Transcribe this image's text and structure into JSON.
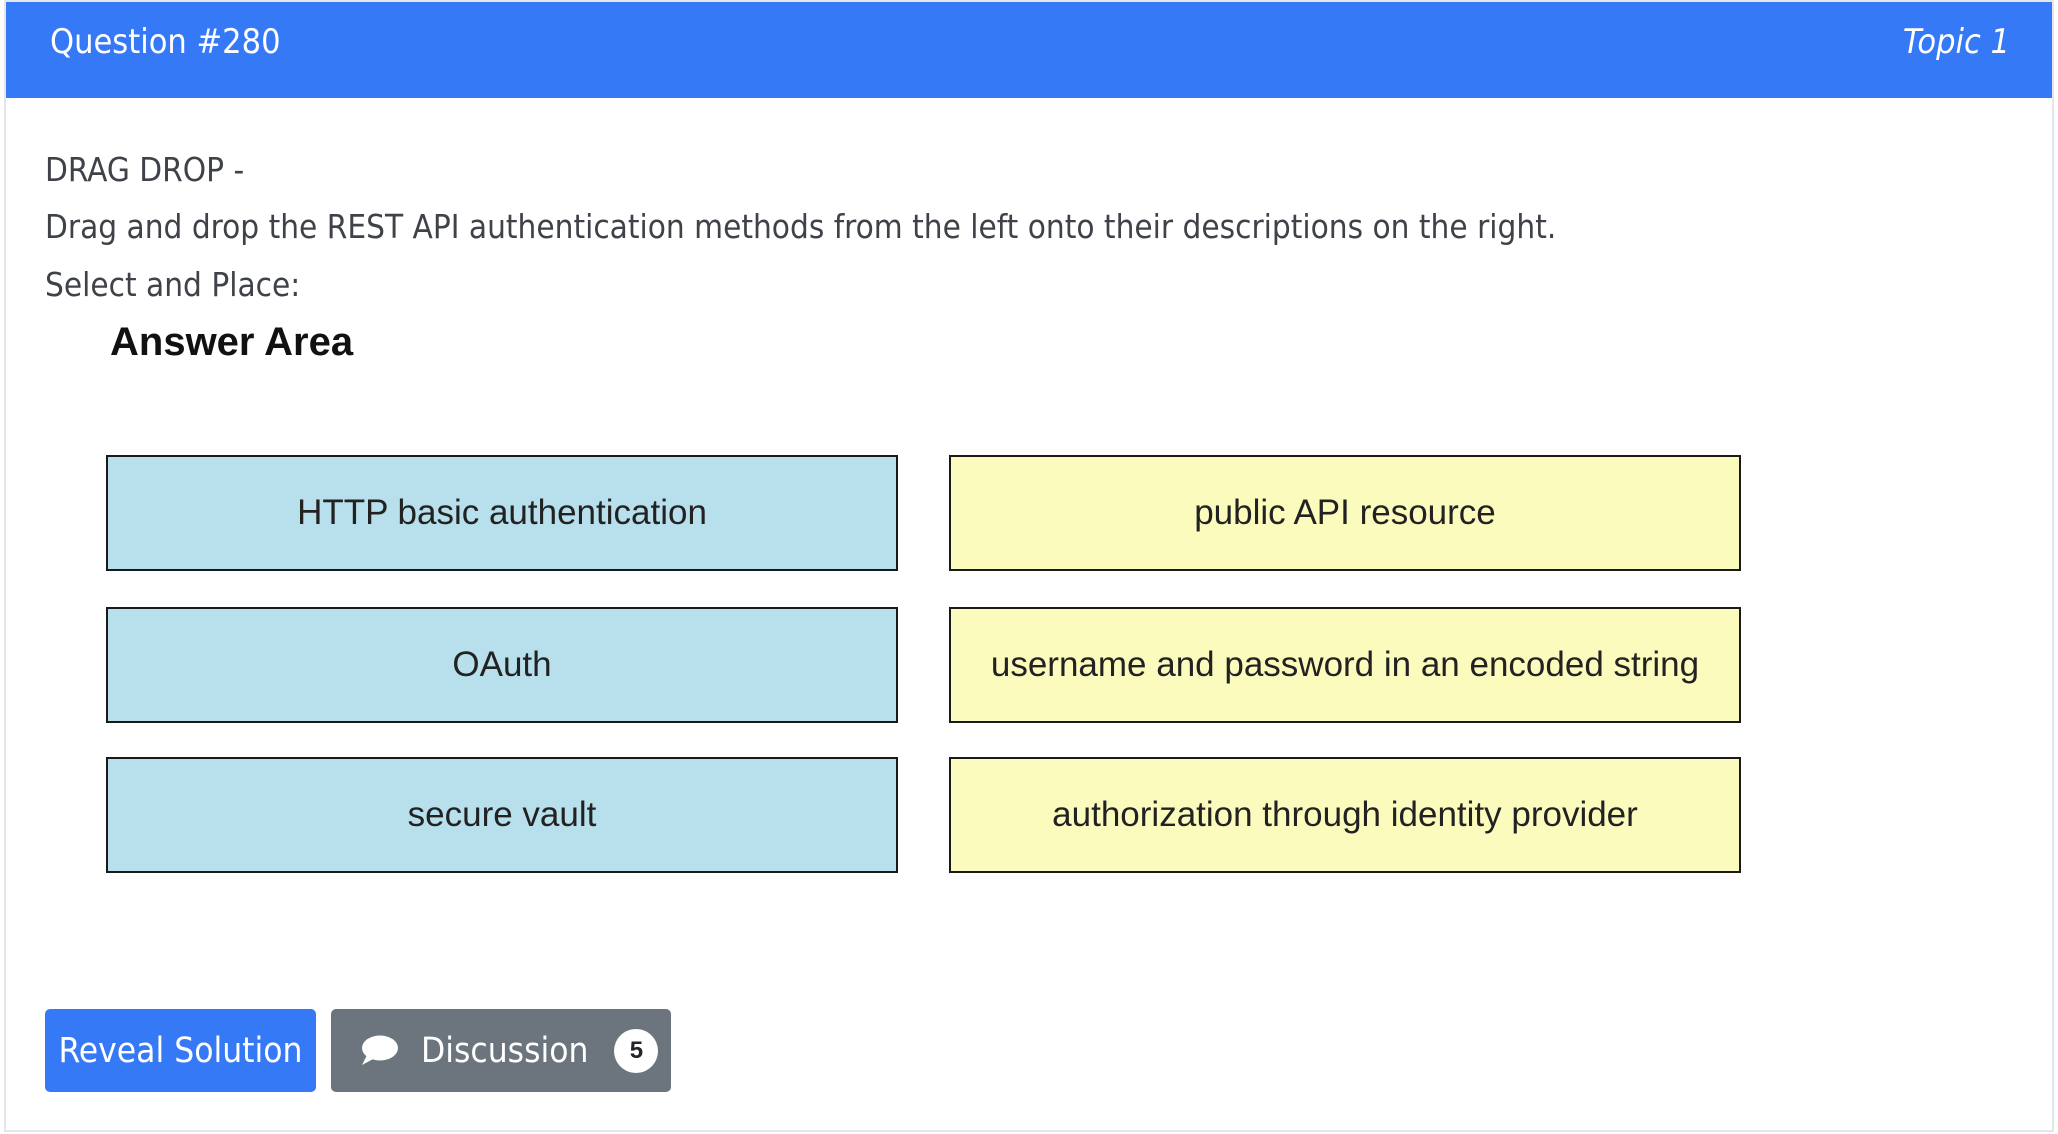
{
  "header": {
    "title": "Question #280",
    "topic": "Topic 1"
  },
  "question": {
    "type_label": "DRAG DROP -",
    "instruction": "Drag and drop the REST API authentication methods from the left onto their descriptions on the right.",
    "select_label": "Select and Place:"
  },
  "answer_area": {
    "title": "Answer Area",
    "left_items": [
      {
        "label": "HTTP basic authentication"
      },
      {
        "label": "OAuth"
      },
      {
        "label": "secure vault"
      }
    ],
    "right_items": [
      {
        "label": "public API resource"
      },
      {
        "label": "username and password in an encoded string"
      },
      {
        "label": "authorization through identity provider"
      }
    ]
  },
  "buttons": {
    "reveal_label": "Reveal Solution",
    "discussion_label": "Discussion",
    "discussion_count": "5",
    "discussion_icon": "comment-icon"
  },
  "colors": {
    "header_bg": "#3579f6",
    "left_box_bg": "#b8dfec",
    "right_box_bg": "#fbfbbd",
    "reveal_bg": "#3579f6",
    "discussion_bg": "#6c757d"
  }
}
